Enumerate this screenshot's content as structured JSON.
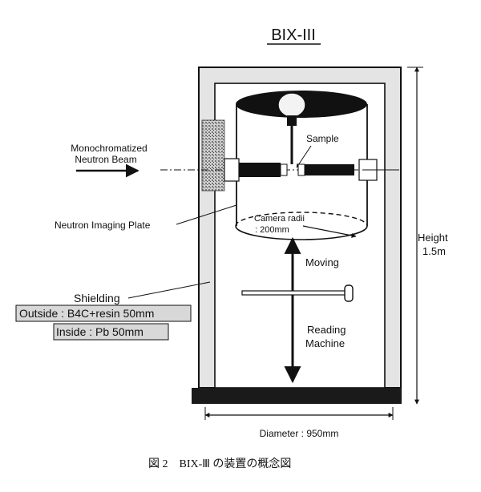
{
  "title": "BIX-III",
  "labels": {
    "beam_line1": "Monochromatized",
    "beam_line2": "Neutron Beam",
    "sample": "Sample",
    "imaging_plate": "Neutron Imaging Plate",
    "camera_line1": "Camera radii",
    "camera_line2": ": 200mm",
    "moving": "Moving",
    "height_line1": "Height",
    "height_line2": "1.5m",
    "shielding": "Shielding",
    "outside": "Outside : B4C+resin 50mm",
    "inside": "Inside : Pb 50mm",
    "reading_line1": "Reading",
    "reading_line2": "Machine",
    "diameter": "Diameter : 950mm"
  },
  "caption": "図 2　BIX-Ⅲ の装置の概念図",
  "colors": {
    "ink": "#111111",
    "shield_fill": "#e4e4e4",
    "hatch": "#777777",
    "base": "#1a1a1a"
  }
}
